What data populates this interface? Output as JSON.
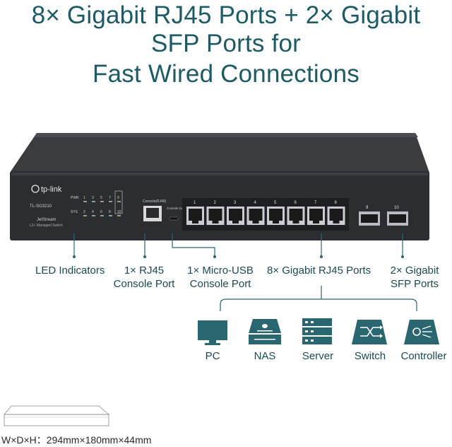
{
  "title": {
    "line1": "8× Gigabit RJ45 Ports + 2× Gigabit",
    "line2": "SFP Ports for",
    "line3": "Fast Wired Connections"
  },
  "switch": {
    "brand": "tp-link",
    "model": "TL-SG3210",
    "series": "JetStream",
    "subtitle": "L2+ Managed Switch",
    "led_pwr": "PWR",
    "led_sys": "SYS",
    "console_rj45": "Console(RJ45)",
    "console_usb": "Console (USB)",
    "port_numbers": [
      "1",
      "2",
      "3",
      "4",
      "5",
      "6",
      "7",
      "8"
    ],
    "sfp_numbers": [
      "9",
      "10"
    ],
    "led_top_numbers": [
      "1",
      "3",
      "5",
      "7",
      "9"
    ],
    "led_bottom_numbers": [
      "2",
      "4",
      "6",
      "8",
      "10"
    ]
  },
  "callouts": {
    "led": "LED Indicators",
    "rj45_console_l1": "1× RJ45",
    "rj45_console_l2": "Console Port",
    "usb_console_l1": "1× Micro-USB",
    "usb_console_l2": "Console Port",
    "rj45_ports": "8× Gigabit RJ45 Ports",
    "sfp_l1": "2× Gigabit",
    "sfp_l2": "SFP Ports"
  },
  "devices": [
    {
      "label": "PC",
      "icon": "pc-icon"
    },
    {
      "label": "NAS",
      "icon": "nas-icon"
    },
    {
      "label": "Server",
      "icon": "server-icon"
    },
    {
      "label": "Switch",
      "icon": "switch-icon"
    },
    {
      "label": "Controller",
      "icon": "controller-icon"
    }
  ],
  "dimensions": "W×D×H：294mm×180mm×44mm",
  "colors": {
    "accent": "#1d5a63",
    "device_chassis": "#2b2d30",
    "icon_fill": "#2a6670"
  }
}
